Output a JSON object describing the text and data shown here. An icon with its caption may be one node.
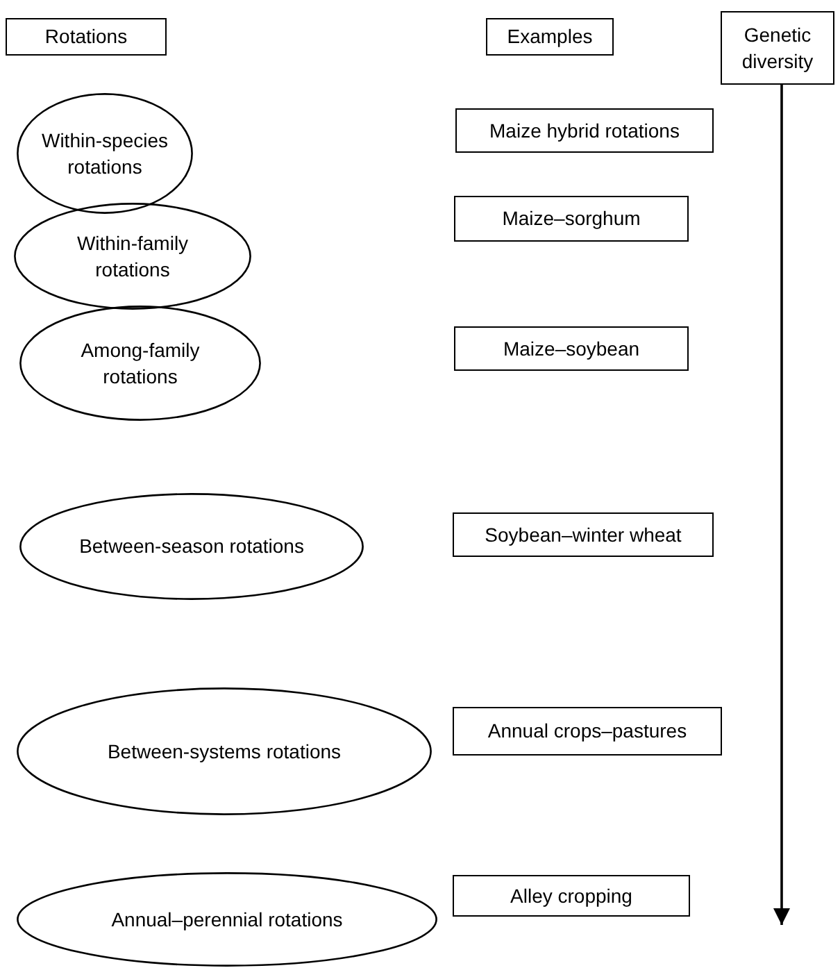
{
  "diagram": {
    "nodes": [
      {
        "text": [
          "Rotations"
        ]
      },
      {
        "text": [
          "Examples"
        ]
      },
      {
        "text": [
          "Genetic diversity"
        ]
      },
      {
        "text": [
          "Within-species rotations"
        ]
      },
      {
        "text": [
          "Maize hybrid rotations"
        ]
      },
      {
        "text": [
          "Within-family rotations"
        ]
      },
      {
        "text": [
          "Maize–sorghum"
        ]
      },
      {
        "text": [
          "Among-family rotations"
        ]
      },
      {
        "text": [
          "Maize–soybean"
        ]
      },
      {
        "text": [
          "Between-season rotations"
        ]
      },
      {
        "text": [
          "Soybean–winter wheat"
        ]
      },
      {
        "text": [
          "Between-systems rotations"
        ]
      },
      {
        "text": [
          "Annual crops–pastures"
        ]
      },
      {
        "text": [
          "Annual–perennial rotations"
        ]
      },
      {
        "text": [
          "Alley cropping"
        ]
      }
    ]
  }
}
